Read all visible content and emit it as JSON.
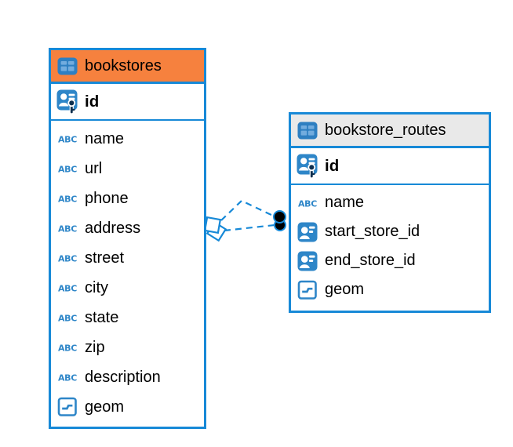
{
  "diagram": {
    "background_color": "#FFFFFF",
    "accent_border_color": "#1789D7",
    "icon_color": "#2E86C8",
    "tables": [
      {
        "title": "bookstores",
        "header_color": "#F6813E",
        "header_icon": "table-icon",
        "keys": [
          {
            "name": "id",
            "icon": "primary-key-icon"
          }
        ],
        "columns": [
          {
            "name": "name",
            "icon": "text-type-icon"
          },
          {
            "name": "url",
            "icon": "text-type-icon"
          },
          {
            "name": "phone",
            "icon": "text-type-icon"
          },
          {
            "name": "address",
            "icon": "text-type-icon"
          },
          {
            "name": "street",
            "icon": "text-type-icon"
          },
          {
            "name": "city",
            "icon": "text-type-icon"
          },
          {
            "name": "state",
            "icon": "text-type-icon"
          },
          {
            "name": "zip",
            "icon": "text-type-icon"
          },
          {
            "name": "description",
            "icon": "text-type-icon"
          },
          {
            "name": "geom",
            "icon": "geometry-type-icon"
          }
        ]
      },
      {
        "title": "bookstore_routes",
        "header_color": "#E9E9E9",
        "header_icon": "table-icon",
        "keys": [
          {
            "name": "id",
            "icon": "primary-key-icon"
          }
        ],
        "columns": [
          {
            "name": "name",
            "icon": "text-type-icon"
          },
          {
            "name": "start_store_id",
            "icon": "foreign-key-icon"
          },
          {
            "name": "end_store_id",
            "icon": "foreign-key-icon"
          },
          {
            "name": "geom",
            "icon": "geometry-type-icon"
          }
        ]
      }
    ],
    "relationships": [
      {
        "from": "bookstores",
        "to": "bookstore_routes",
        "line_style": "dashed"
      },
      {
        "from": "bookstores",
        "to": "bookstore_routes",
        "line_style": "dashed"
      }
    ]
  }
}
